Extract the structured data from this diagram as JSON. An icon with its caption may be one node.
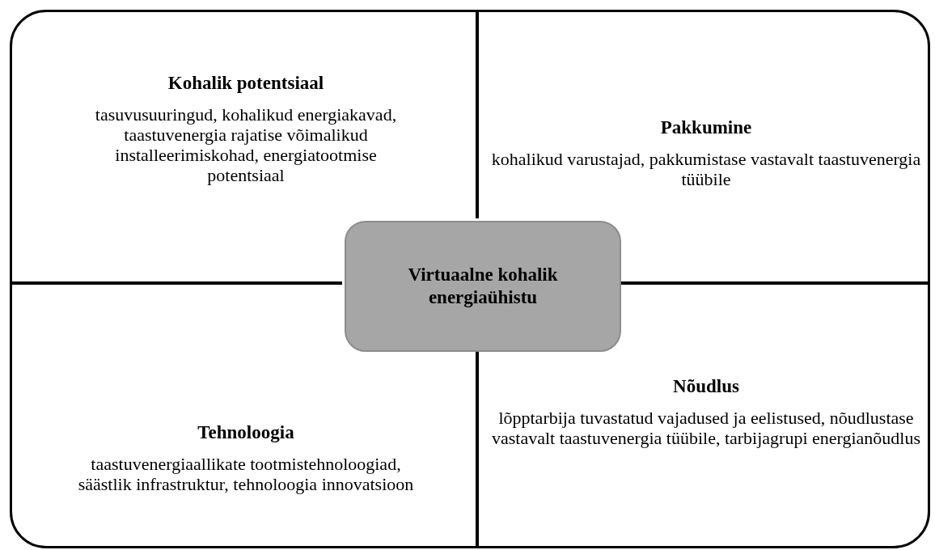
{
  "diagram": {
    "nodes": [
      {
        "text": [],
        "shape": "box"
      },
      {
        "text": [
          "Kohalik potentsiaal",
          "tasuvusuuringud, kohalikud energiakavad, taastuvenergia rajatise võimalikud installeerimiskohad, energiatootmise potentsiaal"
        ],
        "in": 0
      },
      {
        "text": [
          "Pakkumine",
          "kohalikud varustajad, pakkumistase vastavalt taastuvenergia tüübile"
        ],
        "in": 0
      },
      {
        "text": [
          "Virtuaalne kohalik energiaühistu"
        ],
        "in": 0
      },
      {
        "text": [
          "Tehnoloogia",
          "taastuvenergiaallikate tootmistehnoloogiad, säästlik infrastruktur, tehnoloogia innovatsioon"
        ],
        "in": 0
      },
      {
        "text": [
          "Nõudlus",
          "lõpptarbija tuvastatud vajadused ja eelistused, nõudlustase vastavalt taastuvenergia tüübile, tarbijagrupi energianõudlus"
        ],
        "in": 0
      }
    ]
  }
}
